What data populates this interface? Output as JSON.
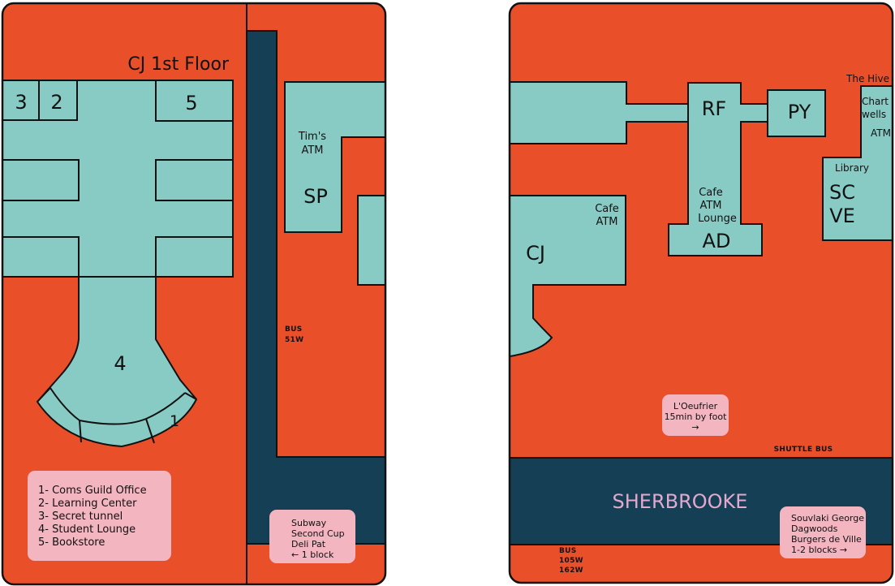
{
  "colors": {
    "ground": "#E9502A",
    "building": "#88CBC5",
    "road": "#143F55",
    "note": "#F3B5C0",
    "street_label": "#E4A8CF",
    "outline": "#111111"
  },
  "left_map": {
    "title": "CJ 1st Floor",
    "rooms": {
      "r3": "3",
      "r2": "2",
      "r5": "5",
      "r4": "4",
      "r1": "1"
    },
    "sp": {
      "line1": "Tim's",
      "line2": "ATM",
      "name": "SP"
    },
    "bus": {
      "line1": "BUS",
      "line2": "51W"
    },
    "legend": [
      "1- Coms Guild Office",
      "2- Learning Center",
      "3- Secret tunnel",
      "4- Student Lounge",
      "5- Bookstore"
    ],
    "note": [
      "Subway",
      "Second Cup",
      "Deli Pat",
      "← 1 block"
    ]
  },
  "right_map": {
    "hive": "The Hive",
    "chartwells": [
      "Chart",
      "wells"
    ],
    "sc_atm": "ATM",
    "library": "Library",
    "scve": [
      "SC",
      "VE"
    ],
    "rf": "RF",
    "py": "PY",
    "ad": {
      "lines": [
        "Cafe",
        "ATM",
        "Lounge"
      ],
      "name": "AD"
    },
    "cj": {
      "lines": [
        "Cafe",
        "ATM"
      ],
      "name": "CJ"
    },
    "oeufrier": [
      "L'Oeufrier",
      "15min by foot",
      "→"
    ],
    "shuttle": "SHUTTLE BUS",
    "street": "SHERBROOKE",
    "souvlaki": [
      "Souvlaki George",
      "Dagwoods",
      "Burgers de Ville",
      "1-2 blocks →"
    ],
    "bus": [
      "BUS",
      "105W",
      "162W"
    ]
  }
}
